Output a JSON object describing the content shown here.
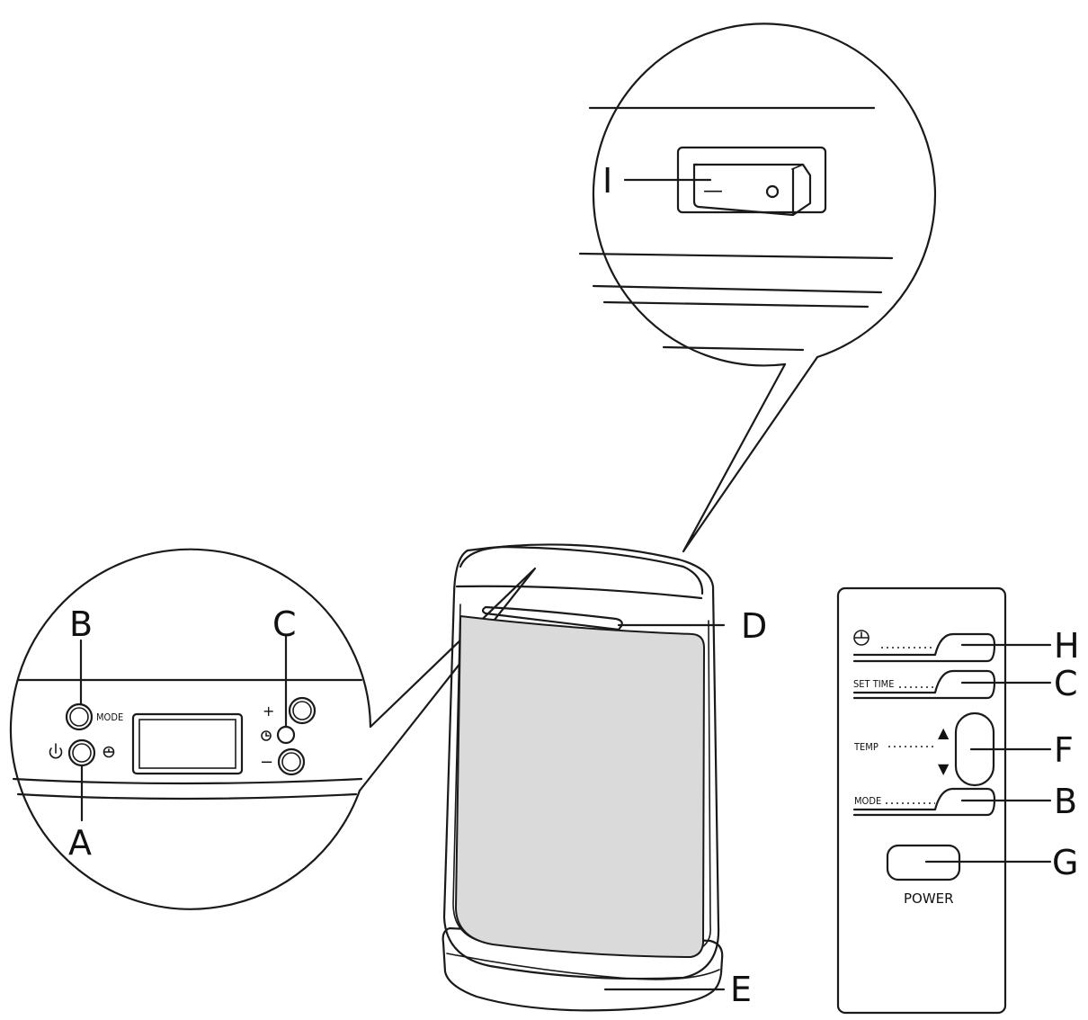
{
  "callouts": {
    "a": "A",
    "b_panel": "B",
    "c_panel": "C",
    "d": "D",
    "e": "E",
    "i": "I",
    "h": "H",
    "c_remote": "C",
    "f": "F",
    "b_remote": "B",
    "g": "G"
  },
  "control_panel": {
    "mode_label": "MODE",
    "plus": "+",
    "minus": "−"
  },
  "switch": {
    "on_mark": "—",
    "off_mark": "o"
  },
  "remote": {
    "set_time_label": "SET TIME",
    "temp_label": "TEMP",
    "mode_label": "MODE",
    "power_label": "POWER",
    "up_arrow": "▲",
    "down_arrow": "▼"
  },
  "icons": {
    "power_symbol": "power-icon",
    "oscillation_symbol": "oscillation-icon",
    "timer_symbol": "timer-icon"
  }
}
